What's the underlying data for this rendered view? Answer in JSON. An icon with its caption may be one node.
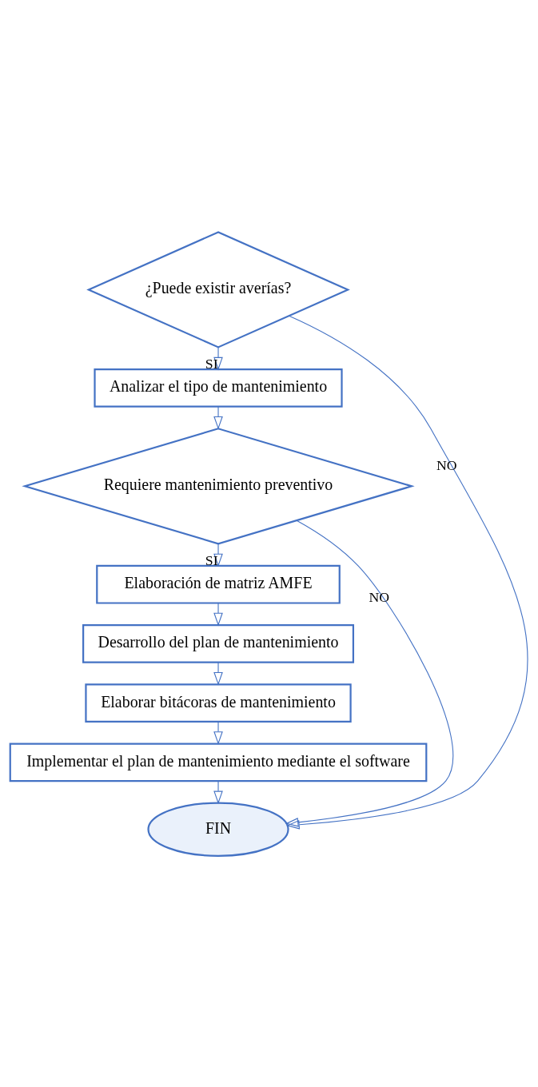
{
  "diagram": {
    "nodes": [
      {
        "text": [
          "¿Puede existir averías?"
        ]
      },
      {
        "text": [
          "Analizar el tipo de mantenimiento"
        ]
      },
      {
        "text": [
          "Requiere mantenimiento preventivo"
        ]
      },
      {
        "text": [
          "Elaboración de matriz AMFE"
        ]
      },
      {
        "text": [
          "Desarrollo del plan de mantenimiento"
        ]
      },
      {
        "text": [
          "Elaborar bitácoras de mantenimiento"
        ]
      },
      {
        "text": [
          "Implementar el plan de mantenimiento mediante el software"
        ]
      },
      {
        "text": [
          "FIN"
        ]
      }
    ],
    "edges": [
      {
        "from": 0,
        "to": 1,
        "arrow": "to",
        "label": "SI"
      },
      {
        "from": 1,
        "to": 2,
        "arrow": "to"
      },
      {
        "from": 2,
        "to": 3,
        "arrow": "to",
        "label": "SI"
      },
      {
        "from": 3,
        "to": 4,
        "arrow": "to"
      },
      {
        "from": 4,
        "to": 5,
        "arrow": "to"
      },
      {
        "from": 5,
        "to": 6,
        "arrow": "to"
      },
      {
        "from": 6,
        "to": 7,
        "arrow": "to"
      },
      {
        "from": 0,
        "to": 7,
        "arrow": "to",
        "label": "NO"
      },
      {
        "from": 2,
        "to": 7,
        "arrow": "to",
        "label": "NO"
      }
    ]
  }
}
